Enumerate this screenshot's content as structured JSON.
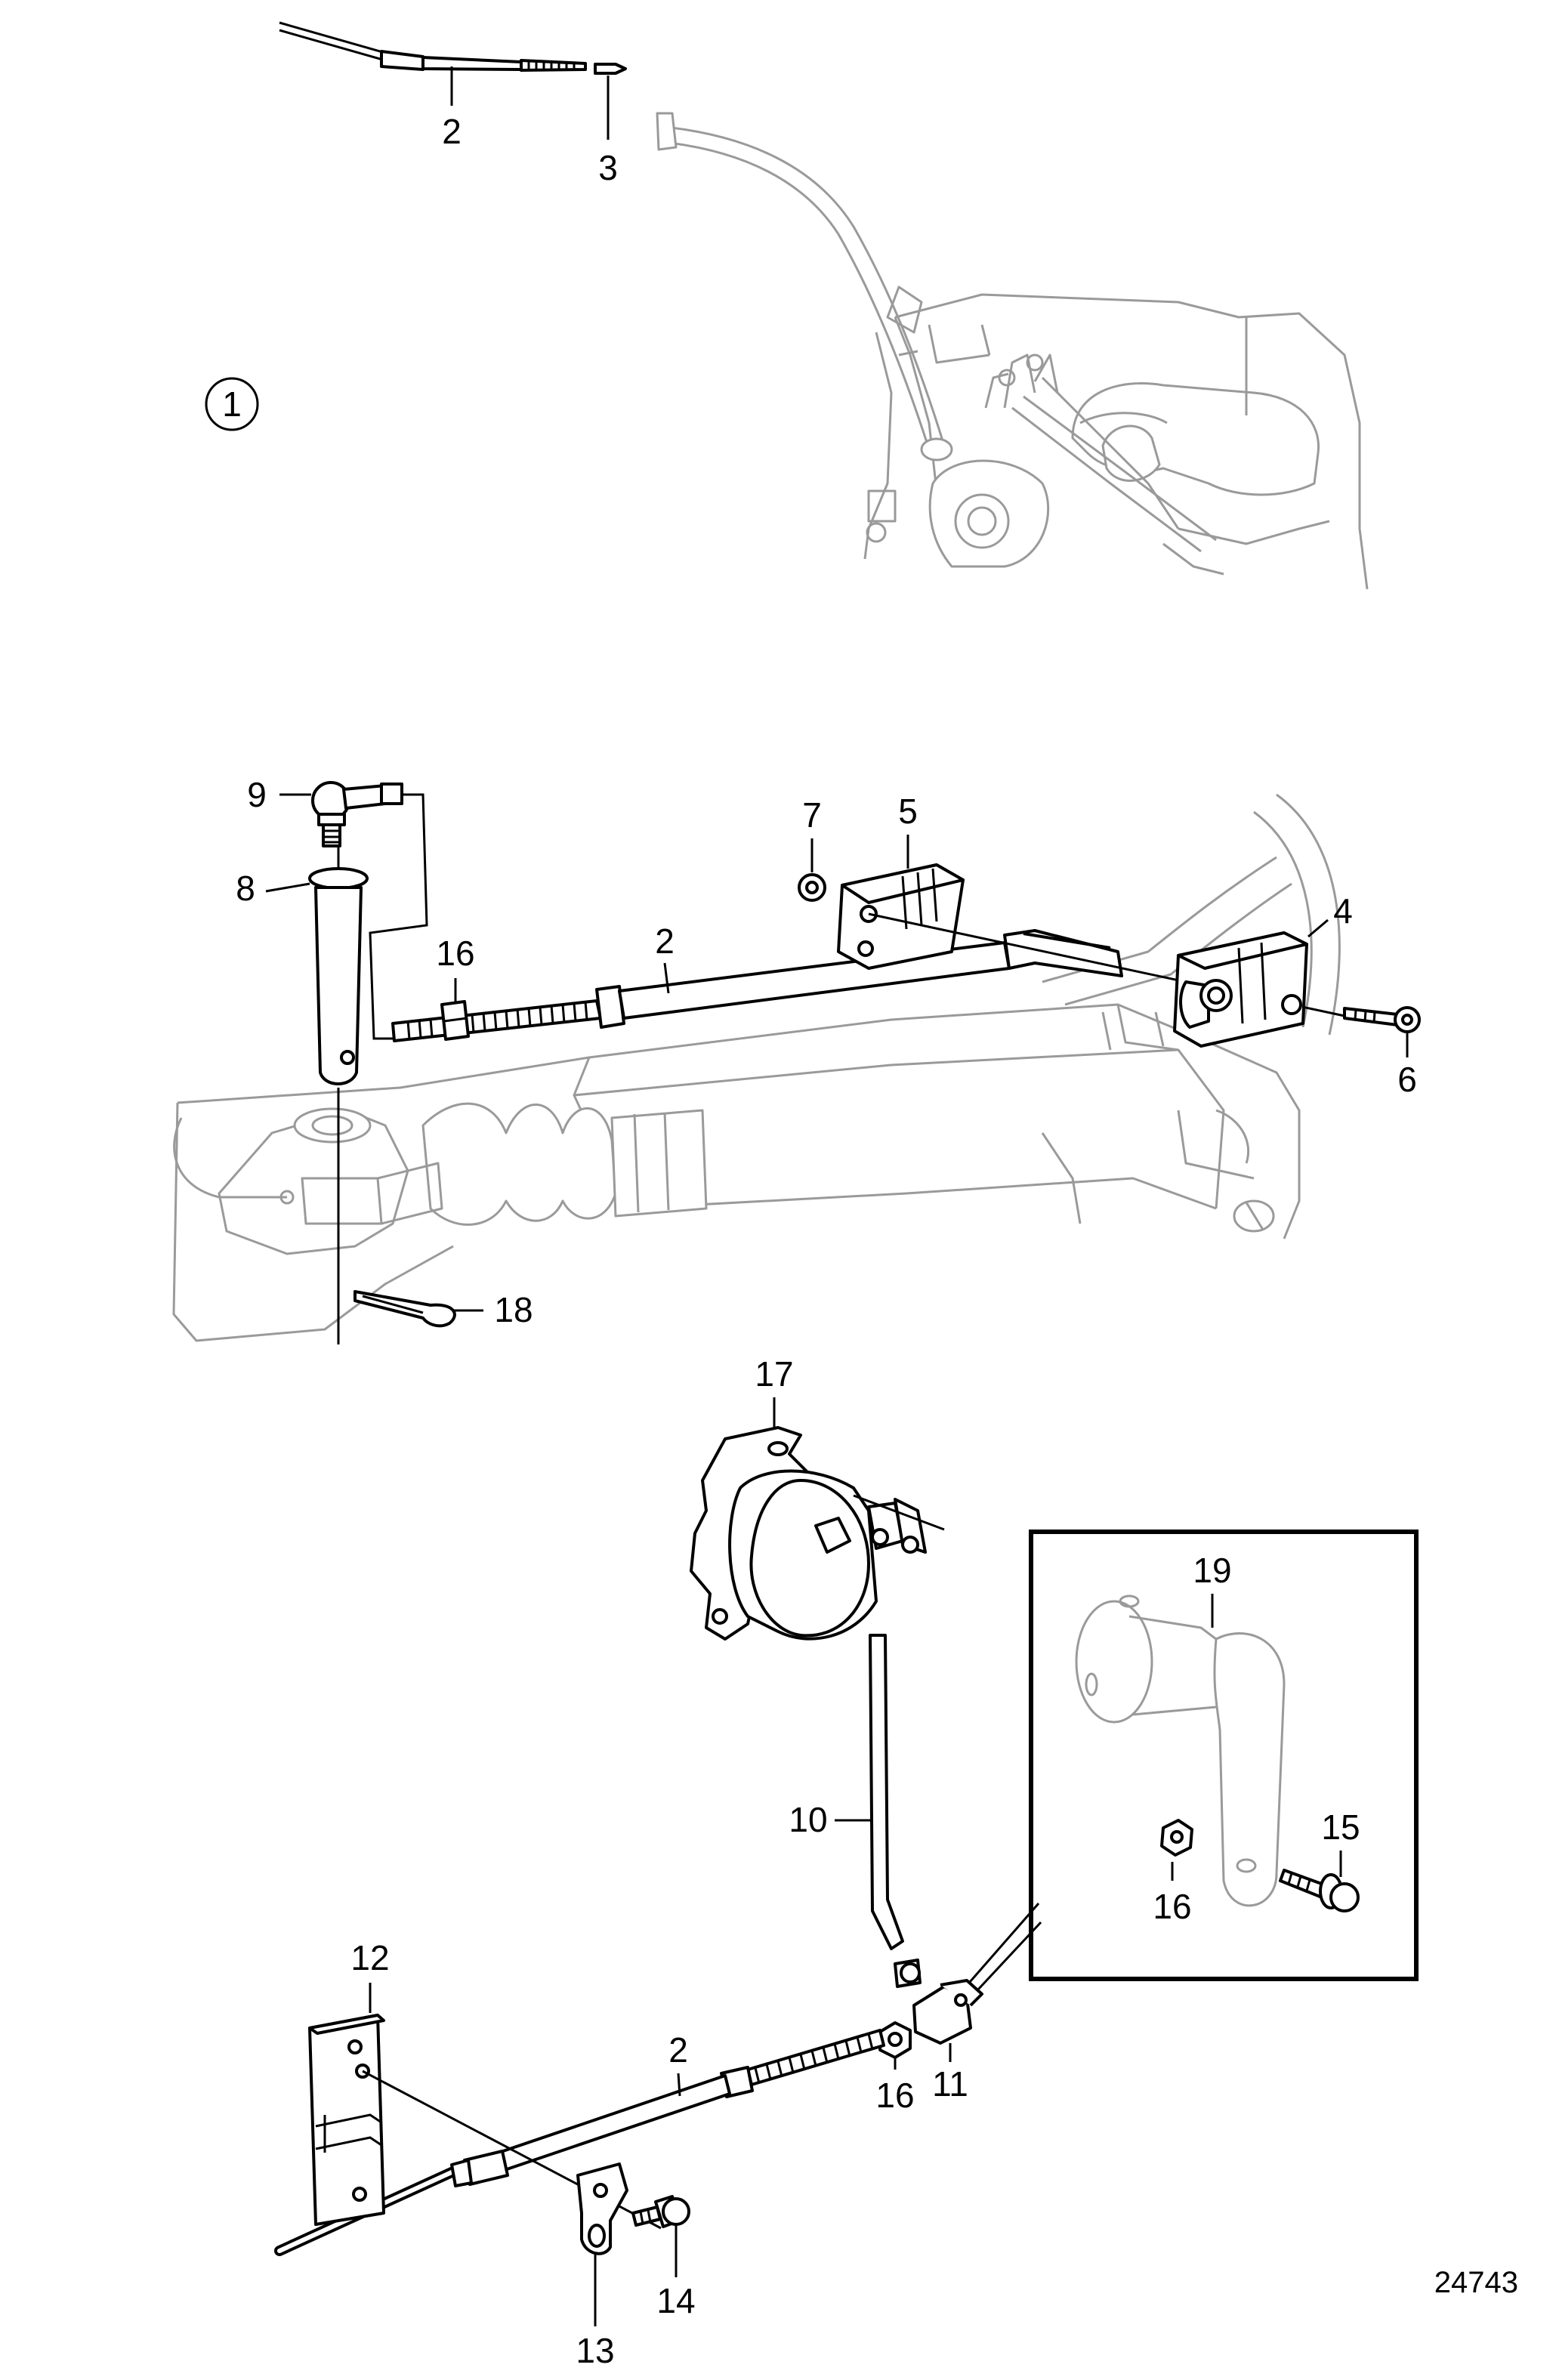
{
  "figure": {
    "section_marker": "1",
    "reference_number": "24743"
  },
  "callouts": [
    {
      "id": "c2a",
      "label": "2"
    },
    {
      "id": "c3",
      "label": "3"
    },
    {
      "id": "c9",
      "label": "9"
    },
    {
      "id": "c8",
      "label": "8"
    },
    {
      "id": "c7",
      "label": "7"
    },
    {
      "id": "c5",
      "label": "5"
    },
    {
      "id": "c16a",
      "label": "16"
    },
    {
      "id": "c2b",
      "label": "2"
    },
    {
      "id": "c4",
      "label": "4"
    },
    {
      "id": "c6",
      "label": "6"
    },
    {
      "id": "c18",
      "label": "18"
    },
    {
      "id": "c17",
      "label": "17"
    },
    {
      "id": "c19",
      "label": "19"
    },
    {
      "id": "c10",
      "label": "10"
    },
    {
      "id": "c15",
      "label": "15"
    },
    {
      "id": "c16b",
      "label": "16"
    },
    {
      "id": "c12",
      "label": "12"
    },
    {
      "id": "c2c",
      "label": "2"
    },
    {
      "id": "c16c",
      "label": "16"
    },
    {
      "id": "c11",
      "label": "11"
    },
    {
      "id": "c13",
      "label": "13"
    },
    {
      "id": "c14",
      "label": "14"
    }
  ]
}
